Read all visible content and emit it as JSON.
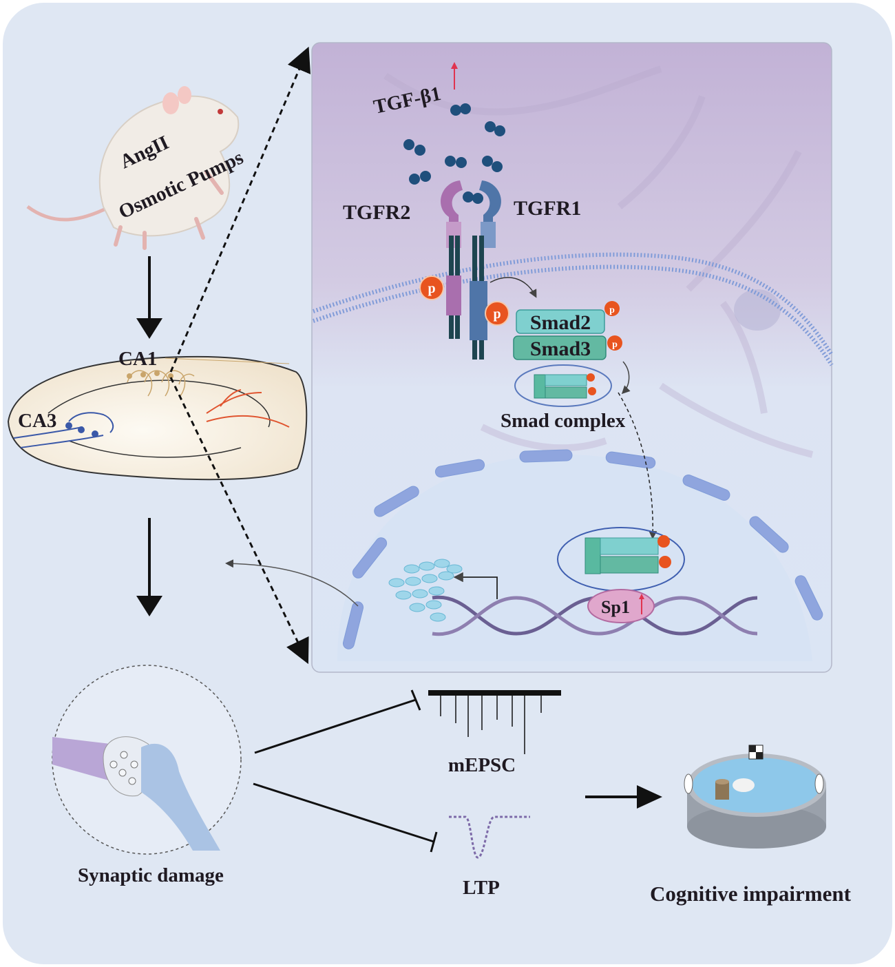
{
  "mouse": {
    "line1": "AngII",
    "line2": "Osmotic Pumps"
  },
  "hippocampus": {
    "ca1": "CA1",
    "ca3": "CA3"
  },
  "signaling": {
    "ligand": "TGF-β1",
    "receptor2": "TGFR2",
    "receptor1": "TGFR1",
    "phospho": "p",
    "smad2": "Smad2",
    "smad3": "Smad3",
    "complex": "Smad complex",
    "sp1": "Sp1"
  },
  "outcomes": {
    "synaptic_damage": "Synaptic damage",
    "mepsc": "mEPSC",
    "ltp": "LTP",
    "cognitive": "Cognitive impairment"
  },
  "colors": {
    "background": "#dfe7f3",
    "panel_top": "#c4b5d8",
    "panel_bottom": "#dde6f4",
    "ligand": "#1f4f7c",
    "receptor2": "#a96fae",
    "receptor1": "#4f75a8",
    "phospho": "#e8541f",
    "smad": "#5ab9b6",
    "sp1": "#e0a7cc",
    "nucleus": "#7f9bd8",
    "arrow": "#111111",
    "up_arrow": "#e0334f"
  }
}
